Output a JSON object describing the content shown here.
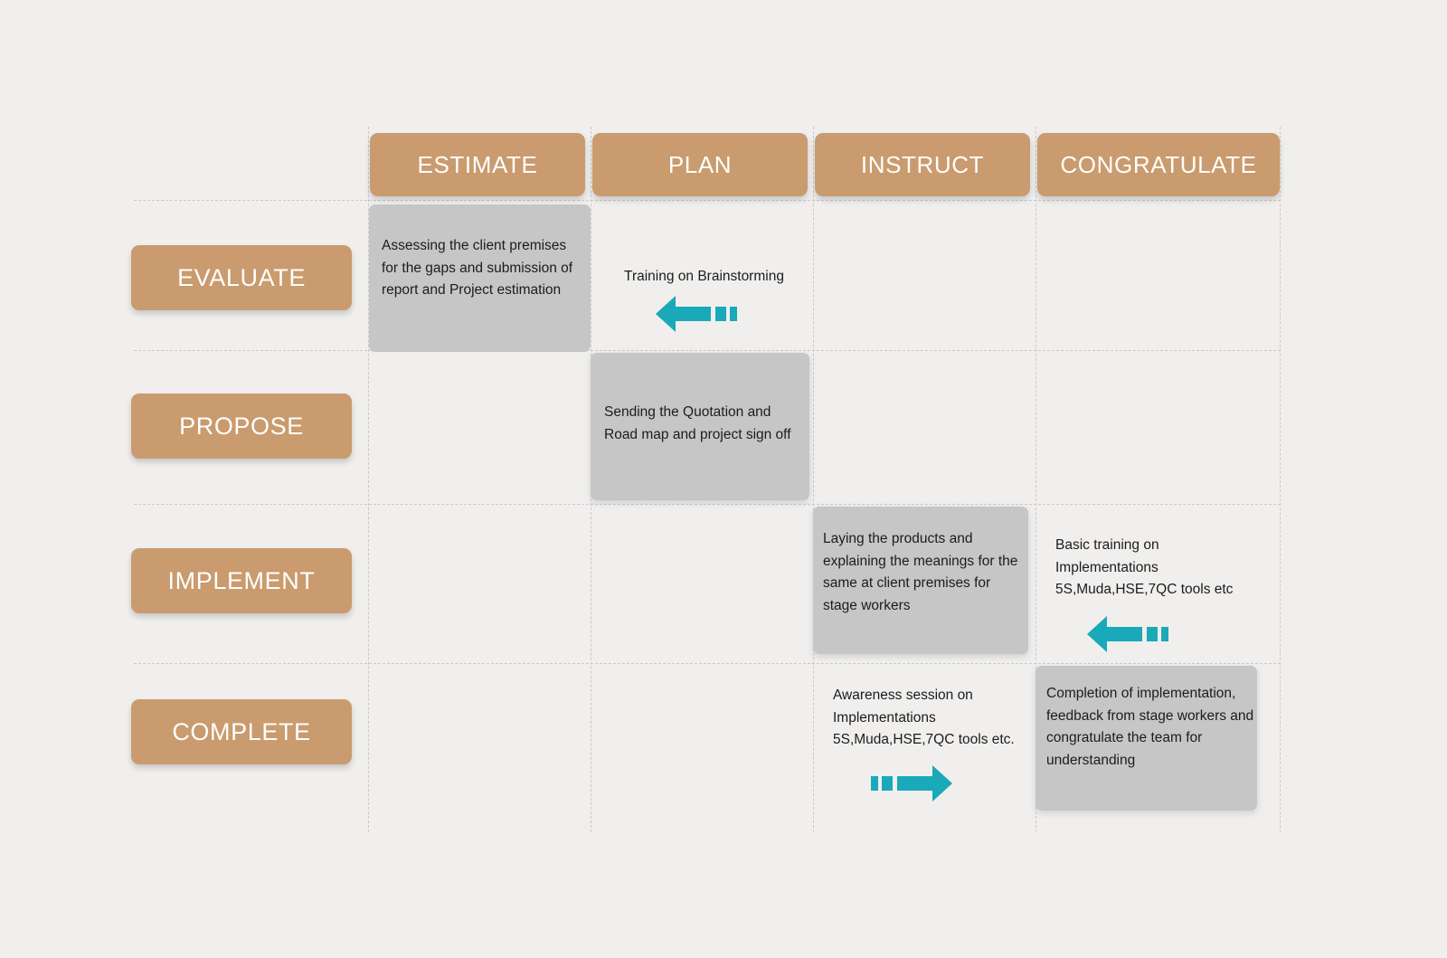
{
  "theme": {
    "background": "#f0efee",
    "tile_color": "#c99b6e",
    "tile_text_color": "#ffffff",
    "card_color": "#c6c6c6",
    "arrow_color": "#1aa9b8",
    "grid_color": "#c9c9c9",
    "body_text_color": "#1c1c1c"
  },
  "matrix": {
    "column_headers": [
      {
        "label": "ESTIMATE",
        "name": "column-header-estimate"
      },
      {
        "label": "PLAN",
        "name": "column-header-plan"
      },
      {
        "label": "INSTRUCT",
        "name": "column-header-instruct"
      },
      {
        "label": "CONGRATULATE",
        "name": "column-header-congratulate"
      }
    ],
    "row_labels": [
      {
        "label": "EVALUATE",
        "name": "row-label-evaluate"
      },
      {
        "label": "PROPOSE",
        "name": "row-label-propose"
      },
      {
        "label": "IMPLEMENT",
        "name": "row-label-implement"
      },
      {
        "label": "COMPLETE",
        "name": "row-label-complete"
      }
    ],
    "cells": [
      {
        "row": "EVALUATE",
        "column": "ESTIMATE",
        "text": "Assessing the client premises for the gaps and submission of report and Project estimation",
        "has_card": true,
        "arrow": null
      },
      {
        "row": "EVALUATE",
        "column": "PLAN",
        "text": "Training on Brainstorming",
        "has_card": false,
        "arrow": "left"
      },
      {
        "row": "PROPOSE",
        "column": "PLAN",
        "text": "Sending the Quotation and Road map and project sign off",
        "has_card": true,
        "arrow": null
      },
      {
        "row": "IMPLEMENT",
        "column": "INSTRUCT",
        "text": "Laying the products and explaining the meanings for the same at client premises for stage workers",
        "has_card": true,
        "arrow": null
      },
      {
        "row": "IMPLEMENT",
        "column": "CONGRATULATE",
        "text": "Basic training on Implementations 5S,Muda,HSE,7QC tools etc",
        "has_card": false,
        "arrow": "left"
      },
      {
        "row": "COMPLETE",
        "column": "INSTRUCT",
        "text": "Awareness session on Implementations 5S,Muda,HSE,7QC tools etc.",
        "has_card": false,
        "arrow": "right"
      },
      {
        "row": "COMPLETE",
        "column": "CONGRATULATE",
        "text": "Completion of implementation, feedback from stage workers and congratulate the team for understanding",
        "has_card": true,
        "arrow": null
      }
    ]
  }
}
